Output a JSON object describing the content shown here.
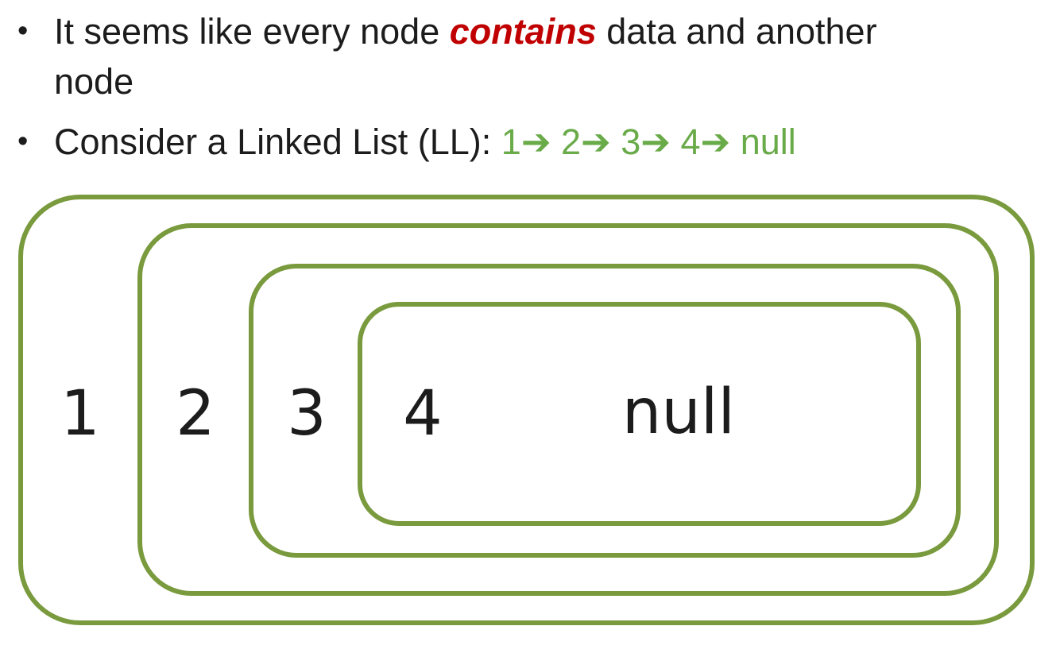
{
  "colors": {
    "box_border_green": "#7a9a3e",
    "sequence_green": "#69aa49",
    "emphasis_red": "#c00000",
    "text_black": "#1c1c1c"
  },
  "bullets": {
    "marker": "•",
    "item1": {
      "text_before_emphasis": "It seems like every node ",
      "emphasis": "contains",
      "text_after_emphasis": " data and another",
      "wrap_line2": "node"
    },
    "item2": {
      "label": "Consider a Linked List (LL): ",
      "sequence": "1➔ 2➔ 3➔ 4➔ null"
    }
  },
  "diagram": {
    "nodes": [
      {
        "label": "1"
      },
      {
        "label": "2"
      },
      {
        "label": "3"
      },
      {
        "label": "4"
      },
      {
        "label": "null"
      }
    ]
  }
}
